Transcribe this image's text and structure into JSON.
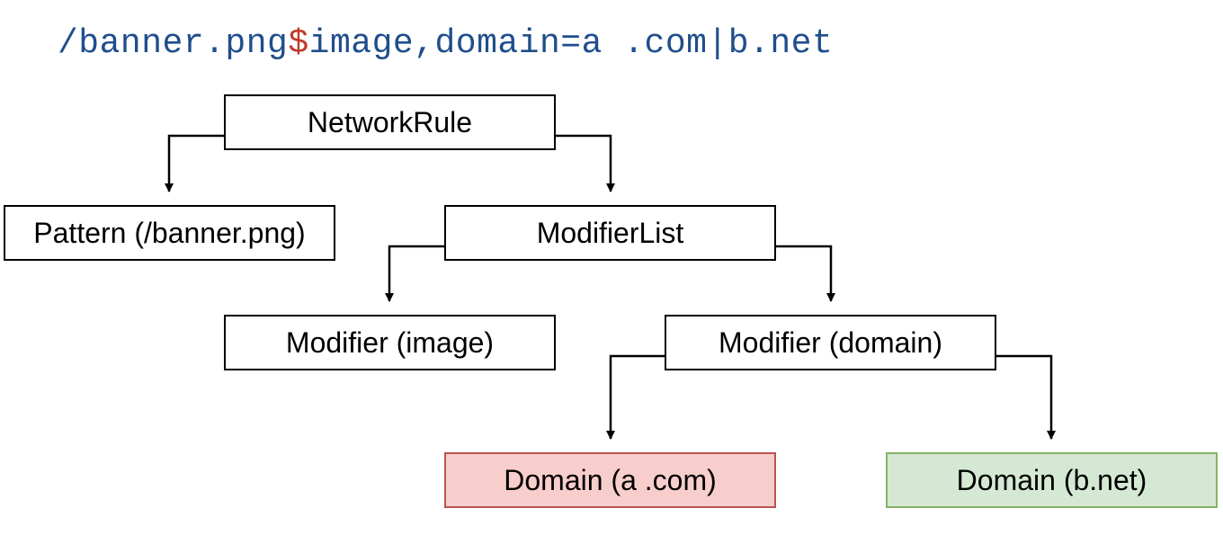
{
  "rule": {
    "before_separator": "/banner.png",
    "separator": "$",
    "after_separator": "image,domain=a .com|b.net",
    "colors": {
      "text": "#1f4e8c",
      "separator": "#c0392b"
    }
  },
  "nodes": {
    "root": "NetworkRule",
    "pattern": "Pattern (/banner.png)",
    "modifier_list": "ModifierList",
    "modifier_image": "Modifier (image)",
    "modifier_domain": "Modifier (domain)",
    "domain_a": "Domain (a .com)",
    "domain_b": "Domain (b.net)"
  },
  "colors": {
    "domain_a_fill": "#f8cecc",
    "domain_a_border": "#b85450",
    "domain_b_fill": "#d5e8d4",
    "domain_b_border": "#82b366"
  }
}
